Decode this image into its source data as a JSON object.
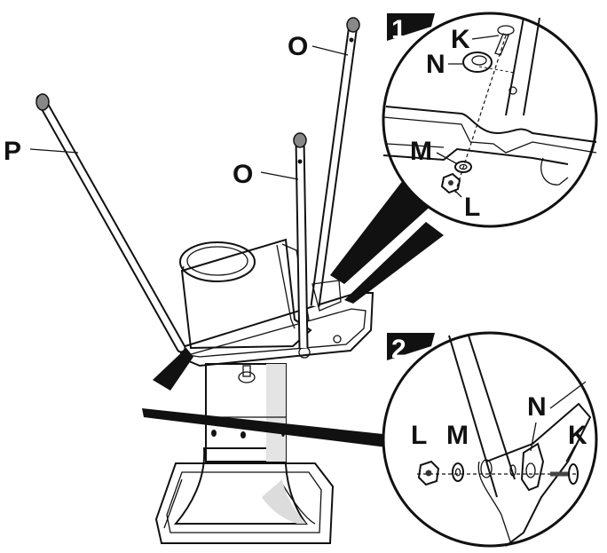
{
  "figure": {
    "labels": {
      "p": "P",
      "o_top": "O",
      "o_left": "O"
    },
    "detail1": {
      "number": "1.",
      "labels": {
        "k": "K",
        "n": "N",
        "m": "M",
        "l": "L"
      }
    },
    "detail2": {
      "number": "2.",
      "labels": {
        "l": "L",
        "m": "M",
        "n": "N",
        "k": "K"
      }
    }
  }
}
